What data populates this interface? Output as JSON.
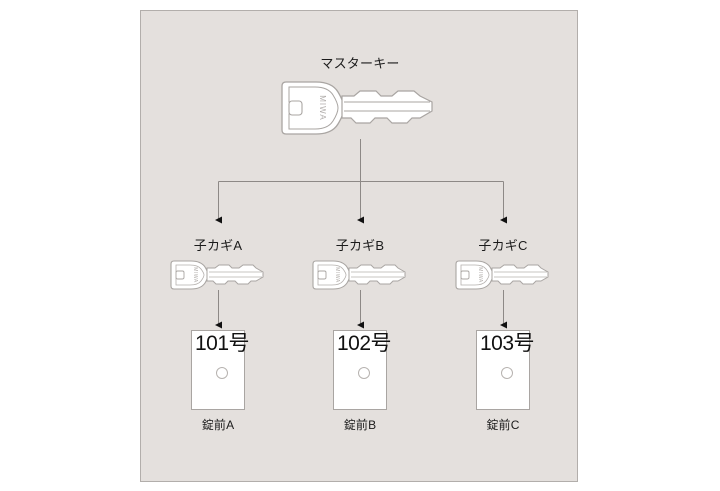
{
  "diagram": {
    "title_node": {
      "label": "マスターキー",
      "key_brand": "MIWA"
    },
    "child_keys": [
      {
        "label": "子カギA",
        "key_brand": "MIWA"
      },
      {
        "label": "子カギB",
        "key_brand": "MIWA"
      },
      {
        "label": "子カギC",
        "key_brand": "MIWA"
      }
    ],
    "locks": [
      {
        "room_number": "101号",
        "label": "錠前A"
      },
      {
        "room_number": "102号",
        "label": "錠前B"
      },
      {
        "room_number": "103号",
        "label": "錠前C"
      }
    ],
    "colors": {
      "panel_background": "#e4e0dd",
      "panel_border": "#b2aeab",
      "connector": "#8d8986",
      "arrow_head": "#111111",
      "door_fill": "#ffffff",
      "door_border": "#a9a5a2",
      "text": "#1b1b1b",
      "key_outline": "#a9a5a2",
      "key_fill": "#ffffff",
      "page_background": "#ffffff"
    }
  }
}
